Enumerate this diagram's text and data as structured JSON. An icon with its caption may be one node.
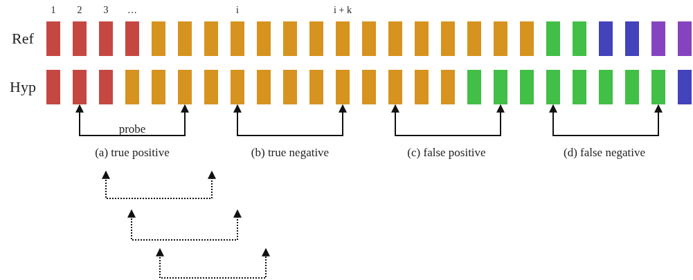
{
  "diagram": {
    "nodes": [
      {
        "text": [],
        "shape": "bar"
      },
      {
        "text": [],
        "shape": "bar"
      },
      {
        "text": [],
        "shape": "bar"
      },
      {
        "text": [],
        "shape": "bar"
      },
      {
        "text": [],
        "shape": "bar"
      },
      {
        "text": [],
        "shape": "bar"
      },
      {
        "text": [],
        "shape": "bar"
      },
      {
        "text": [],
        "shape": "bar"
      },
      {
        "text": [],
        "shape": "bar"
      },
      {
        "text": [],
        "shape": "bar"
      },
      {
        "text": [],
        "shape": "bar"
      },
      {
        "text": [],
        "shape": "bar"
      },
      {
        "text": [],
        "shape": "bar"
      },
      {
        "text": [],
        "shape": "bar"
      },
      {
        "text": [],
        "shape": "bar"
      },
      {
        "text": [],
        "shape": "bar"
      },
      {
        "text": [],
        "shape": "bar"
      },
      {
        "text": [],
        "shape": "bar"
      },
      {
        "text": [],
        "shape": "bar"
      },
      {
        "text": [],
        "shape": "bar"
      },
      {
        "text": [],
        "shape": "bar"
      },
      {
        "text": [],
        "shape": "bar"
      },
      {
        "text": [],
        "shape": "bar"
      },
      {
        "text": [],
        "shape": "bar"
      },
      {
        "text": [],
        "shape": "bar"
      },
      {
        "text": [],
        "shape": "bar"
      },
      {
        "text": [],
        "shape": "bar"
      },
      {
        "text": [],
        "shape": "bar"
      },
      {
        "text": [],
        "shape": "bar"
      },
      {
        "text": [],
        "shape": "bar"
      },
      {
        "text": [],
        "shape": "bar"
      },
      {
        "text": [],
        "shape": "bar"
      },
      {
        "text": [],
        "shape": "bar"
      },
      {
        "text": [],
        "shape": "bar"
      },
      {
        "text": [],
        "shape": "bar"
      },
      {
        "text": [],
        "shape": "bar"
      },
      {
        "text": [],
        "shape": "bar"
      },
      {
        "text": [],
        "shape": "bar"
      },
      {
        "text": [],
        "shape": "bar"
      },
      {
        "text": [],
        "shape": "bar"
      },
      {
        "text": [],
        "shape": "bar"
      },
      {
        "text": [],
        "shape": "bar"
      },
      {
        "text": [],
        "shape": "bar"
      },
      {
        "text": [],
        "shape": "bar"
      },
      {
        "text": [],
        "shape": "bar"
      },
      {
        "text": [],
        "shape": "bar"
      },
      {
        "text": [],
        "shape": "bar"
      },
      {
        "text": [],
        "shape": "bar"
      },
      {
        "text": [],
        "shape": "bar"
      },
      {
        "text": [],
        "shape": "bar"
      }
    ],
    "edges": [
      {
        "from": 26,
        "to": 30,
        "arrow": "both",
        "label": "probe"
      },
      {
        "from": 32,
        "to": 36,
        "arrow": "both"
      },
      {
        "from": 38,
        "to": 42,
        "arrow": "both"
      },
      {
        "from": 44,
        "to": 48,
        "arrow": "both"
      }
    ],
    "labels": [
      "1",
      "2",
      "3",
      "…",
      "i",
      "i + k",
      "Ref",
      "Hyp",
      "(a) true positive",
      "(b) true negative",
      "(c) false positive",
      "(d) false negative"
    ]
  }
}
